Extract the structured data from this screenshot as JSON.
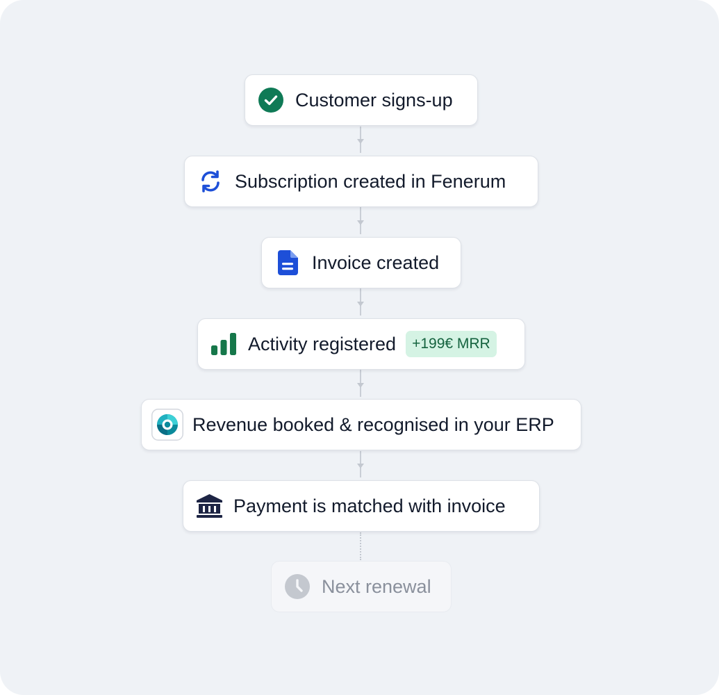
{
  "colors": {
    "background": "#eff2f6",
    "check_green": "#0f7a56",
    "sync_blue": "#1d4fd8",
    "bars_green": "#16774a",
    "bank_navy": "#1d2444",
    "badge_bg": "#d5f3e4",
    "badge_text": "#15633f",
    "muted_text": "#8a909c"
  },
  "steps": [
    {
      "label": "Customer signs-up",
      "icon": "check-circle-icon"
    },
    {
      "label": "Subscription created in Fenerum",
      "icon": "sync-icon"
    },
    {
      "label": "Invoice created",
      "icon": "document-icon"
    },
    {
      "label": "Activity registered",
      "icon": "bar-chart-icon",
      "badge": "+199€ MRR"
    },
    {
      "label": "Revenue booked & recognised in your ERP",
      "icon": "erp-logo-icon"
    },
    {
      "label": "Payment is matched with invoice",
      "icon": "bank-icon"
    },
    {
      "label": "Next renewal",
      "icon": "clock-icon",
      "muted": true
    }
  ]
}
